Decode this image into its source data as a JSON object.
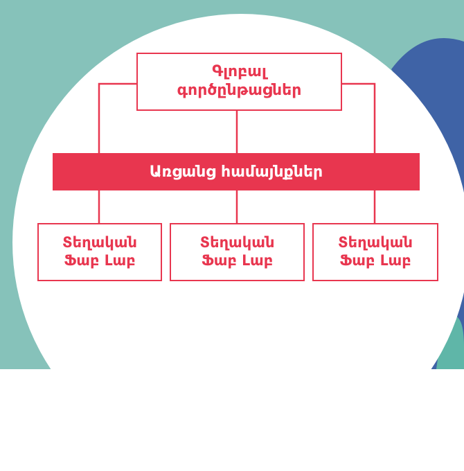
{
  "diagram": {
    "root": {
      "line1": "Գլոբալ",
      "line2": "գործընթացներ"
    },
    "middle": {
      "label": "Առցանց համայնքներ"
    },
    "leaves": [
      {
        "line1": "Տեղական",
        "line2": "Ֆաբ Լաբ"
      },
      {
        "line1": "Տեղական",
        "line2": "Ֆաբ Լաբ"
      },
      {
        "line1": "Տեղական",
        "line2": "Ֆաբ Լաբ"
      }
    ]
  },
  "colors": {
    "accent": "#e8364f",
    "background_teal": "#86c2ba",
    "background_blue": "#3f63a6",
    "circle": "#ffffff"
  }
}
